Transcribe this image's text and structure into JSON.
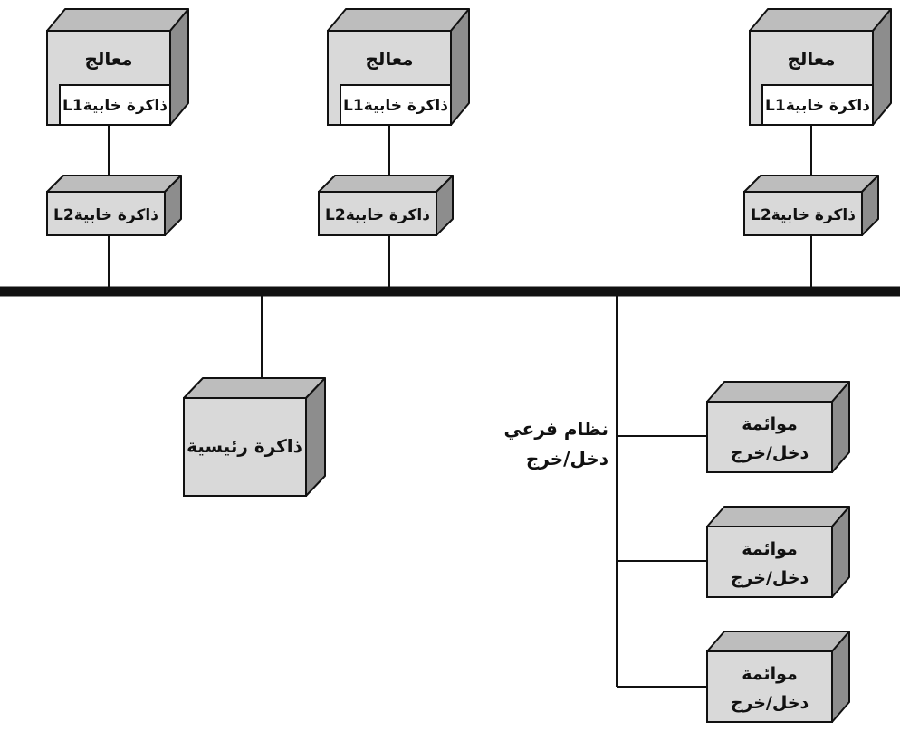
{
  "processor_label": "معالج",
  "l1_cache_label": "ذاكرة خابيةL1",
  "l2_cache_label": "ذاكرة خابيةL2",
  "main_memory_label": "ذاكرة رئيسية",
  "io_subsystem_label": [
    "نظام فرعي",
    "دخل/خرج"
  ],
  "io_adapter_label": [
    "موائمة",
    "دخل/خرج"
  ],
  "colors": {
    "box_front": "#d9d9d9",
    "box_top": "#bdbdbd",
    "box_side": "#8d8d8d",
    "outline": "#111111"
  }
}
